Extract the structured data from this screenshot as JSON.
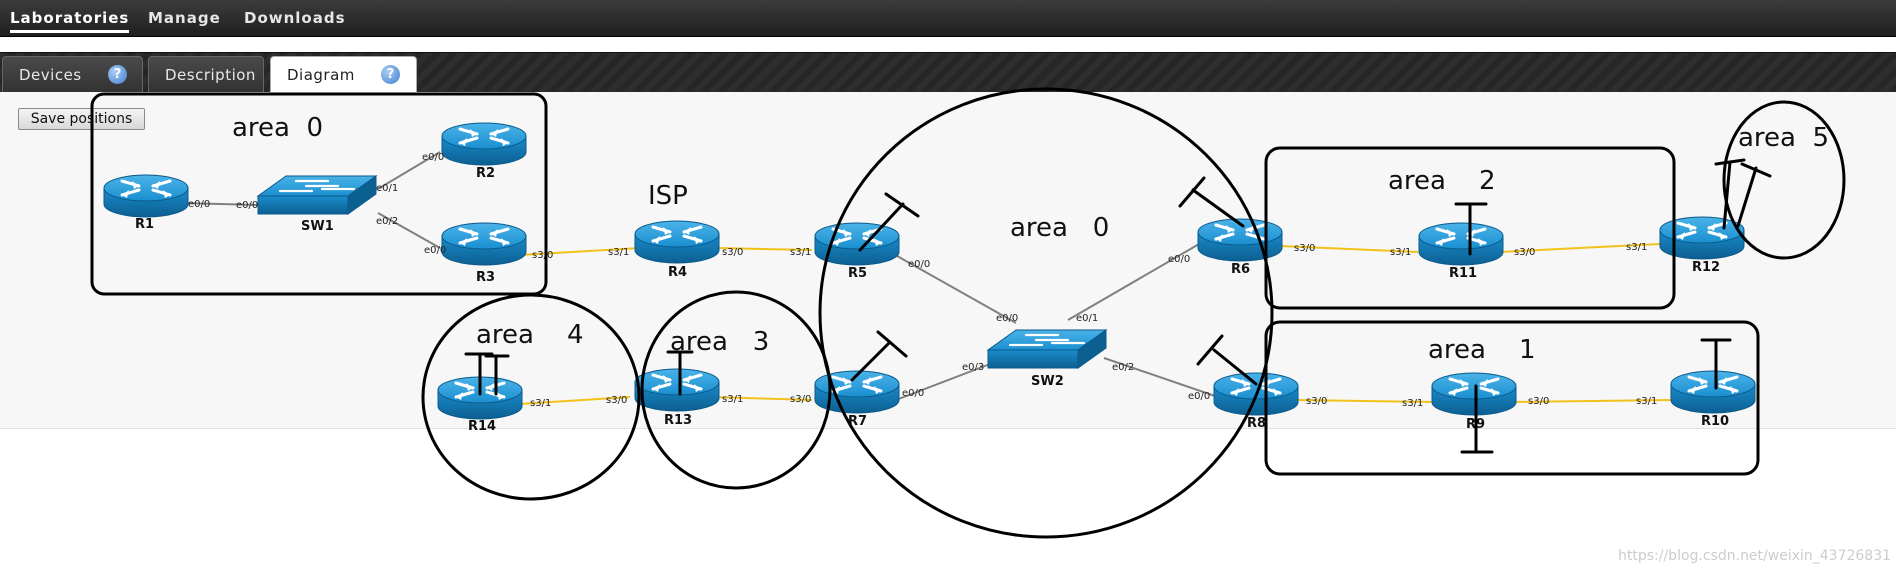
{
  "topnav": {
    "laboratories": "Laboratories",
    "manage": "Manage",
    "downloads": "Downloads"
  },
  "tabs": {
    "devices": "Devices",
    "description": "Description",
    "diagram": "Diagram",
    "help_glyph": "?"
  },
  "buttons": {
    "save_positions": "Save positions"
  },
  "devices": {
    "R1": "R1",
    "R2": "R2",
    "R3": "R3",
    "R4": "R4",
    "R5": "R5",
    "R6": "R6",
    "R7": "R7",
    "R8": "R8",
    "R9": "R9",
    "R10": "R10",
    "R11": "R11",
    "R12": "R12",
    "R13": "R13",
    "R14": "R14",
    "SW1": "SW1",
    "SW2": "SW2"
  },
  "ports": {
    "r1_e00": "e0/0",
    "sw1_e00": "e0/0",
    "sw1_e01": "e0/1",
    "sw1_e02": "e0/2",
    "r2_e00": "e0/0",
    "r3_e00": "e0/0",
    "r3_s30": "s3/0",
    "r4_s31": "s3/1",
    "r4_s30": "s3/0",
    "r5_s31": "s3/1",
    "r5_e00": "e0/0",
    "sw2_e00": "e0/0",
    "sw2_e01": "e0/1",
    "r6_e00": "e0/0",
    "r6_s30": "s3/0",
    "r11_s31": "s3/1",
    "r11_s30": "s3/0",
    "r12_s31": "s3/1",
    "r14_s31": "s3/1",
    "r13_s30": "s3/0",
    "r13_s31": "s3/1",
    "r7_s30": "s3/0",
    "r7_e00": "e0/0",
    "sw2_e03": "e0/3",
    "sw2_e02": "e0/2",
    "r8_e00": "e0/0",
    "r8_s30": "s3/0",
    "r9_s31": "s3/1",
    "r9_s30": "s3/0",
    "r10_s31": "s3/1"
  },
  "annotations": {
    "area0_top": "area  0",
    "isp": "ISP",
    "area0_center": "area   0",
    "area2": "area    2",
    "area5": "area  5",
    "area4": "area    4",
    "area3": "area   3",
    "area1": "area    1"
  },
  "watermark": "https://blog.csdn.net/weixin_43726831",
  "colors": {
    "serial_link": "#f2c21a",
    "ethernet_link": "#808080",
    "device_blue": "#1a8fd0",
    "annotation_ink": "#000000"
  },
  "icons": [
    "router-icon",
    "switch-icon",
    "help-icon"
  ]
}
